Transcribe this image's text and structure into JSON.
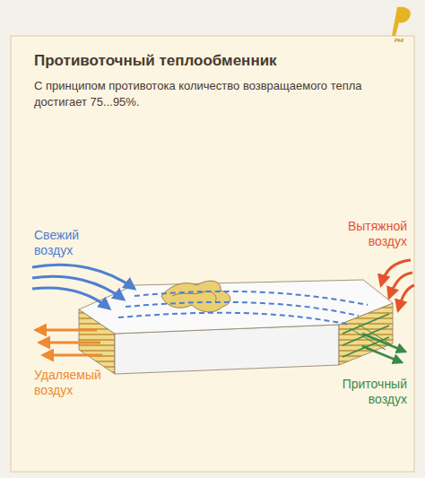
{
  "diagram": {
    "nodes": [
      {
        "text": [
          "Противоточный теплообменник",
          "С принципом противотока количество возвращаемого тепла достигает 75...95%."
        ]
      }
    ],
    "labels": [
      "PHI",
      "Свежий воздух",
      "Вытяжной воздух",
      "Удаляемый воздух",
      "Приточный воздух"
    ]
  }
}
